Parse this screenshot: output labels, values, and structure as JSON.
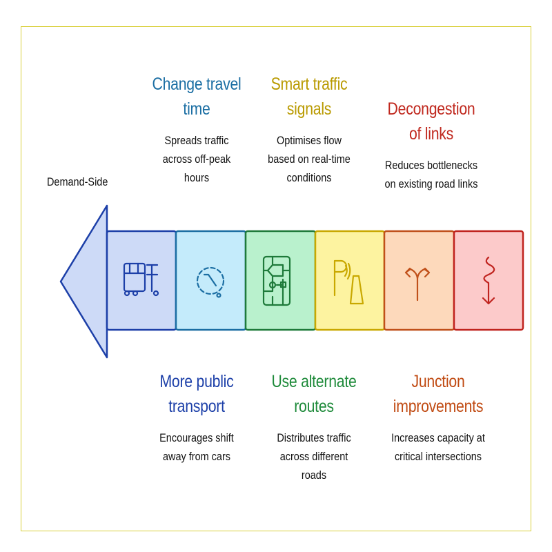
{
  "side_label": "Demand-Side",
  "top": [
    {
      "title": "Change travel time",
      "desc": "Spreads traffic across off-peak hours",
      "color": "#1b6ea3"
    },
    {
      "title": "Smart traffic signals",
      "desc": "Optimises flow based on real-time conditions",
      "color": "#b99a00"
    },
    {
      "title": "Decongestion of links",
      "desc": "Reduces bottlenecks on existing road links",
      "color": "#c0281e"
    }
  ],
  "bottom": [
    {
      "title": "More public transport",
      "desc": "Encourages shift away from cars",
      "color": "#1c3fa8"
    },
    {
      "title": "Use alternate routes",
      "desc": "Distributes traffic across different roads",
      "color": "#1e8a3a"
    },
    {
      "title": "Junction improvements",
      "desc": "Increases capacity at critical intersections",
      "color": "#c04a12"
    }
  ],
  "segments": [
    {
      "icon": "bus-icon",
      "stroke": "#1c3fa8",
      "fill": "#cddaf7"
    },
    {
      "icon": "clock-icon",
      "stroke": "#1b6ea3",
      "fill": "#c4ebfb"
    },
    {
      "icon": "circuit-icon",
      "stroke": "#1e7a3a",
      "fill": "#b9f1cd"
    },
    {
      "icon": "parking-sensor-icon",
      "stroke": "#c9a800",
      "fill": "#fdf3a0"
    },
    {
      "icon": "split-arrow-icon",
      "stroke": "#c0501a",
      "fill": "#fdd9bb"
    },
    {
      "icon": "winding-arrow-icon",
      "stroke": "#c0231e",
      "fill": "#fccaca"
    }
  ]
}
